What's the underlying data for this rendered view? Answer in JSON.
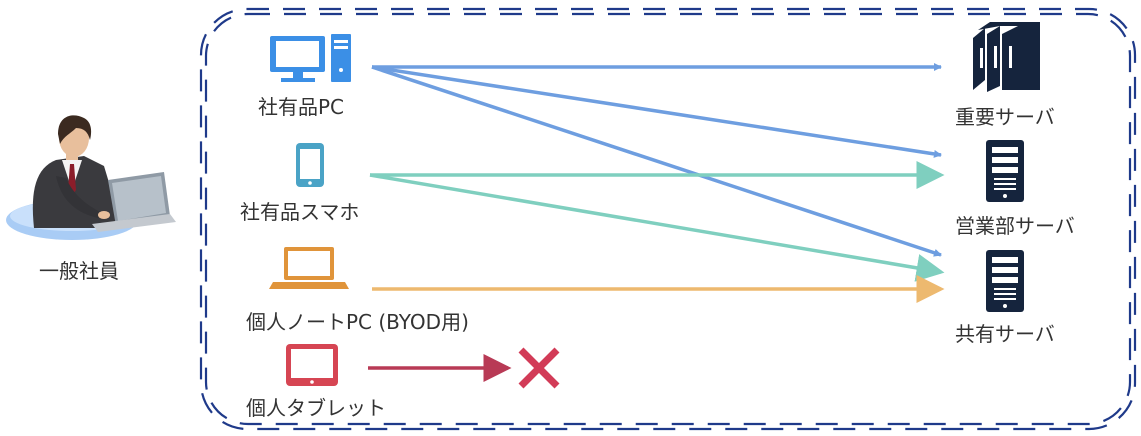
{
  "employee": {
    "label": "一般社員"
  },
  "devices": [
    {
      "id": "pc",
      "label": "社有品PC",
      "icon": "desktop-pc-icon",
      "color": "#3b8fe6"
    },
    {
      "id": "phone",
      "label": "社有品スマホ",
      "icon": "smartphone-icon",
      "color": "#4aa3c6"
    },
    {
      "id": "laptop",
      "label": "個人ノートPC (BYOD用)",
      "icon": "laptop-icon",
      "color": "#e0943a"
    },
    {
      "id": "tablet",
      "label": "個人タブレット",
      "icon": "tablet-icon",
      "color": "#d64553"
    }
  ],
  "servers": [
    {
      "id": "important",
      "label": "重要サーバ",
      "icon": "server-rack-icon",
      "color": "#15243d"
    },
    {
      "id": "sales",
      "label": "営業部サーバ",
      "icon": "server-tower-icon",
      "color": "#15243d"
    },
    {
      "id": "shared",
      "label": "共有サーバ",
      "icon": "server-tower-icon",
      "color": "#15243d"
    }
  ],
  "connections": [
    {
      "from": "pc",
      "to": "important",
      "color": "#6e9ee0"
    },
    {
      "from": "pc",
      "to": "sales",
      "color": "#6e9ee0"
    },
    {
      "from": "pc",
      "to": "shared",
      "color": "#6e9ee0"
    },
    {
      "from": "phone",
      "to": "sales",
      "color": "#7fcfbf"
    },
    {
      "from": "phone",
      "to": "shared",
      "color": "#7fcfbf"
    },
    {
      "from": "laptop",
      "to": "shared",
      "color": "#edb96f"
    },
    {
      "from": "tablet",
      "to": "denied",
      "color": "#b83a55"
    }
  ],
  "denied_mark": {
    "icon": "denied-x-icon",
    "color": "#d23b57"
  },
  "boundary": {
    "color": "#1f3a8a"
  }
}
